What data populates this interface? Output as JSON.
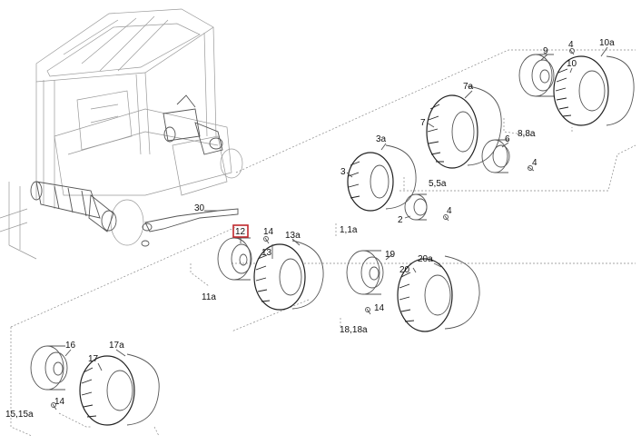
{
  "callouts": {
    "c30": "30",
    "c12": "12",
    "c14a": "14",
    "c13": "13",
    "c13a": "13a",
    "c11a": "11a",
    "c9": "9",
    "c4a": "4",
    "c10a": "10a",
    "c10": "10",
    "c88a": "8,8a",
    "c7a": "7a",
    "c7": "7",
    "c3a": "3a",
    "c3": "3",
    "c6": "6",
    "c4b": "4",
    "c55a": "5,5a",
    "c2": "2",
    "c4c": "4",
    "c11a_top": "1,1a",
    "c19": "19",
    "c20a": "20a",
    "c20": "20",
    "c14b": "14",
    "c1818a": "18,18a",
    "c16": "16",
    "c17a": "17a",
    "c17": "17",
    "c14c": "14",
    "c1515a": "15,15a"
  },
  "highlight_color": "#c0282d"
}
